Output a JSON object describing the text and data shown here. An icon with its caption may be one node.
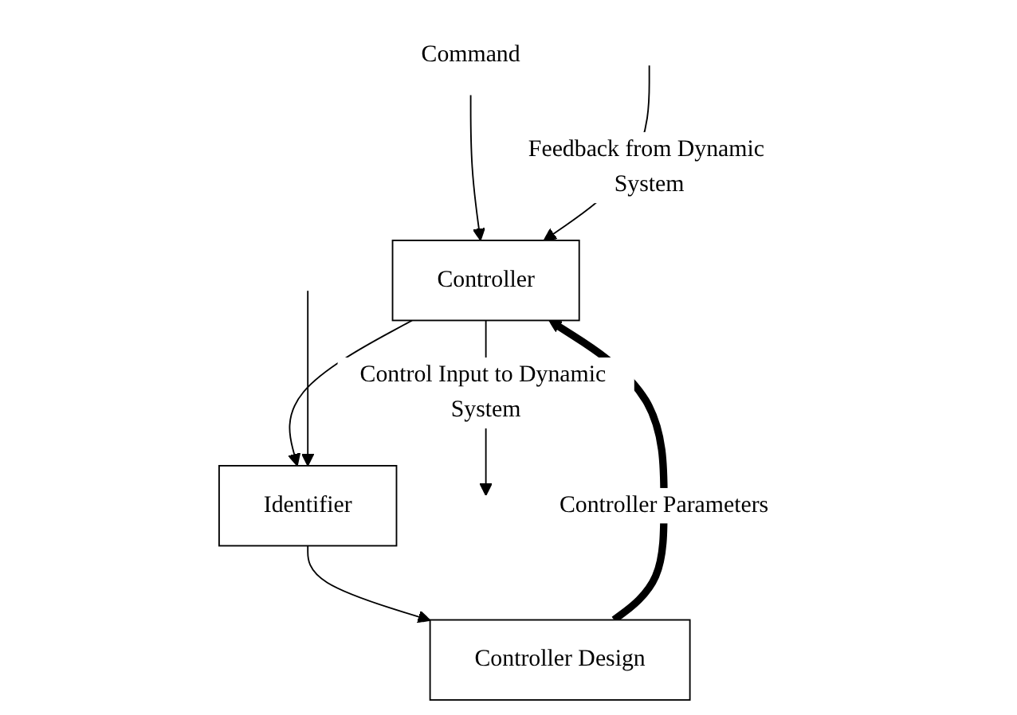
{
  "diagram": {
    "nodes": [
      {
        "text": [
          "Command"
        ]
      },
      {
        "text": [
          "Controller"
        ]
      },
      {
        "text": [
          "Identifier"
        ]
      },
      {
        "text": [
          "Controller Design"
        ]
      }
    ],
    "edges": [
      {
        "from": 0,
        "to": 1,
        "arrow": "to"
      },
      {
        "from": 1,
        "to": null,
        "arrow": "to",
        "label": "Control Input to Dynamic System"
      },
      {
        "from": 1,
        "to": 2,
        "arrow": "to"
      },
      {
        "from": null,
        "to": 1,
        "arrow": "to",
        "label": "Feedback from Dynamic System"
      },
      {
        "from": null,
        "to": 2,
        "arrow": "to"
      },
      {
        "from": 2,
        "to": 3,
        "arrow": "to"
      },
      {
        "from": 3,
        "to": 1,
        "arrow": "to",
        "label": "Controller Parameters",
        "style": "thick"
      }
    ]
  }
}
